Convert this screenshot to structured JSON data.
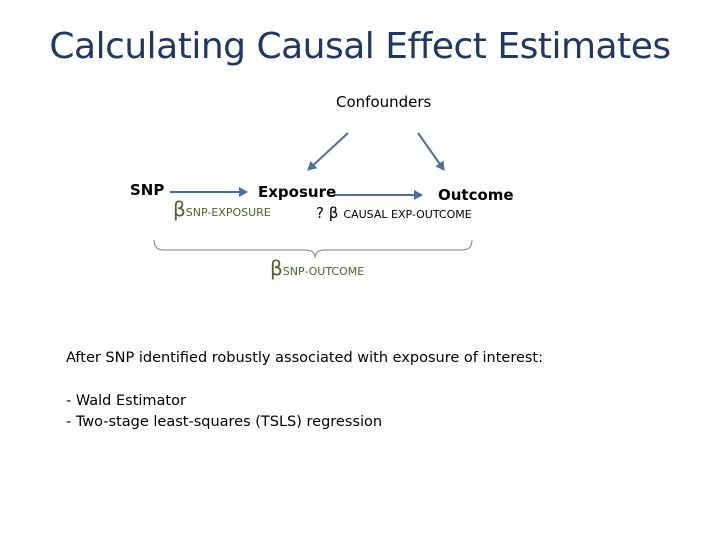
{
  "title": "Calculating Causal Effect Estimates",
  "diagram": {
    "nodes": {
      "confounders": "Confounders",
      "snp": "SNP",
      "exposure": "Exposure",
      "outcome": "Outcome"
    },
    "labels": {
      "beta_symbol": "β",
      "snp_exposure_sub": "SNP-EXPOSURE",
      "causal_prefix": "? β",
      "causal_sub": "CAUSAL EXP-OUTCOME",
      "snp_outcome_sub": "SNP-OUTCOME"
    },
    "colors": {
      "arrow": "#4a6f9c",
      "bracket": "#7f7f7f",
      "beta": "#4f6228"
    }
  },
  "text": {
    "intro": "After SNP identified robustly associated with exposure of interest:",
    "methods": [
      "- Wald Estimator",
      "- Two-stage least-squares (TSLS) regression"
    ]
  }
}
